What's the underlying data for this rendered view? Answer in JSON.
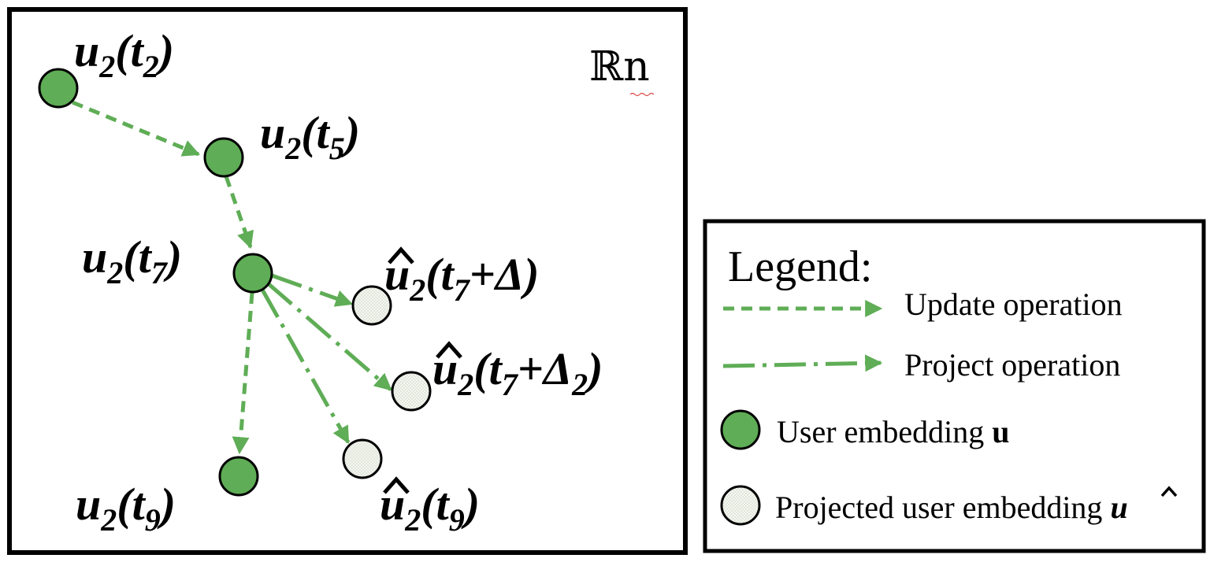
{
  "space_label": "ℝn",
  "colors": {
    "node_fill": "#5fad56",
    "node_stroke": "#000000",
    "projected_fill": "#f4f6f0",
    "arrow": "#5fad56",
    "frame": "#000000"
  },
  "nodes": {
    "u2_t2": {
      "main": "u",
      "sub": "2",
      "paren_open": "(t",
      "tsub": "2",
      "paren_close": ")"
    },
    "u2_t5": {
      "main": "u",
      "sub": "2",
      "paren_open": "(t",
      "tsub": "5",
      "paren_close": ")"
    },
    "u2_t7": {
      "main": "u",
      "sub": "2",
      "paren_open": "(t",
      "tsub": "7",
      "paren_close": ")"
    },
    "u2_t9": {
      "main": "u",
      "sub": "2",
      "paren_open": "(t",
      "tsub": "9",
      "paren_close": ")"
    },
    "uhat_t7_delta": {
      "main": "u",
      "sub": "2",
      "paren_open": "(t",
      "tsub": "7",
      "rest": "+Δ)"
    },
    "uhat_t7_delta2": {
      "main": "u",
      "sub": "2",
      "paren_open": "(t",
      "tsub": "7",
      "rest": "+Δ",
      "rest_sub": "2",
      "paren_close": ")"
    },
    "uhat_t9": {
      "main": "u",
      "sub": "2",
      "paren_open": "(t",
      "tsub": "9",
      "paren_close": ")"
    }
  },
  "legend": {
    "title": "Legend:",
    "update": "Update operation",
    "project": "Project operation",
    "user_embedding": "User embedding ",
    "user_embedding_symbol": "u",
    "projected_embedding": "Projected user embedding ",
    "projected_embedding_symbol": "u"
  }
}
